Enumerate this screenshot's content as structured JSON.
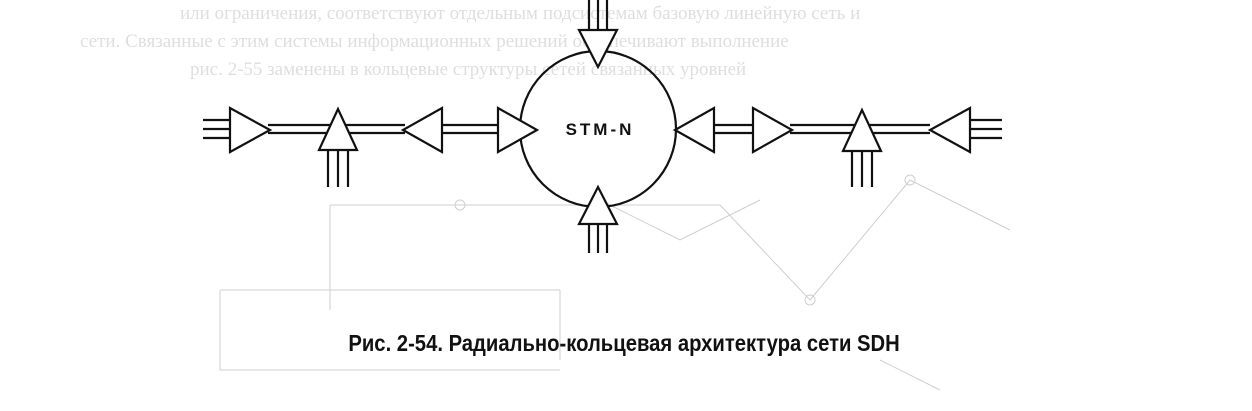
{
  "diagram": {
    "ring_label": "STM-N",
    "caption": "Рис. 2-54. Радиально-кольцевая архитектура сети SDH"
  },
  "bleed_through": [
    "или ограничения, соответствуют отдельным подсистемам базовую линейную сеть и",
    "сети. Связанные с этим системы информационных решений обеспечивают выполнение",
    "рис. 2-55 заменены в кольцевые структуры сетей связанных уровней"
  ]
}
